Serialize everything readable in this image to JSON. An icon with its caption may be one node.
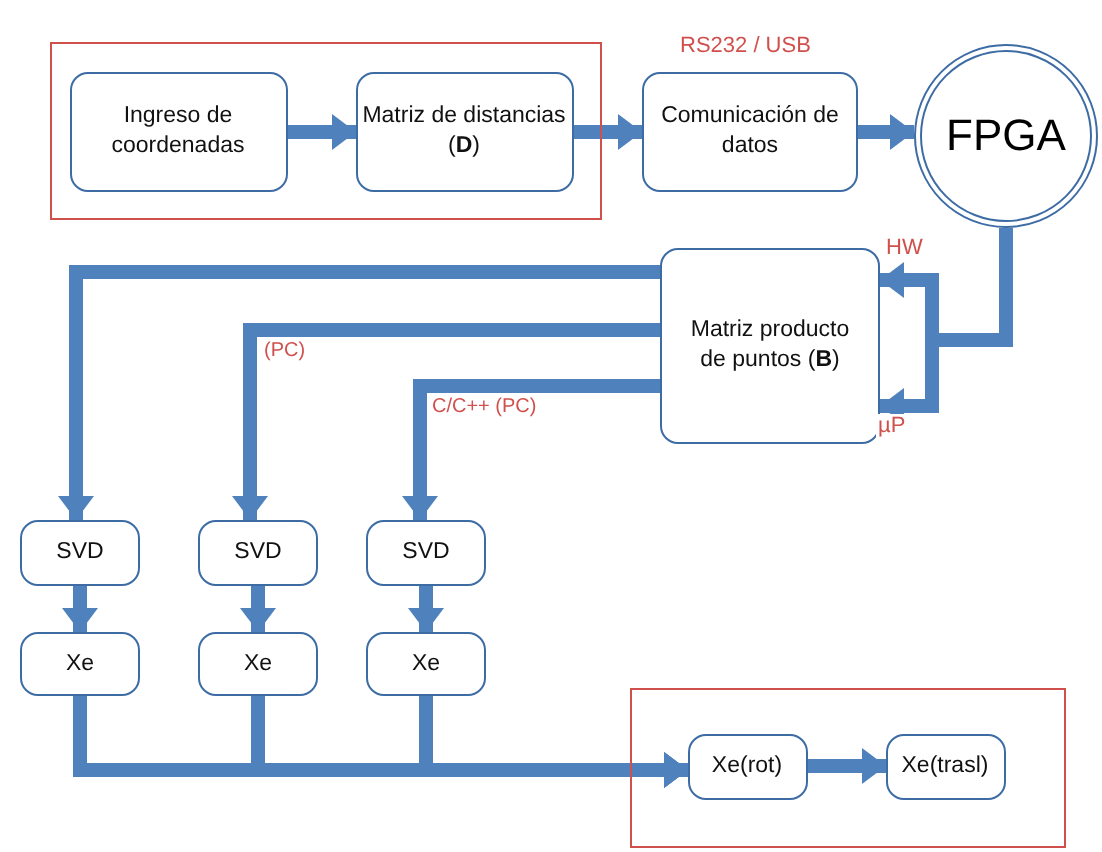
{
  "diagram": {
    "nodes": [
      {
        "text": [],
        "shape": "box"
      },
      {
        "text": [
          "Ingreso de coordenadas"
        ],
        "in": 0
      },
      {
        "text": [
          "Matriz de distancias (**D**)"
        ],
        "in": 0
      },
      {
        "text": [
          "Comunicación de datos"
        ],
        "beside": [
          "RS232 / USB"
        ]
      },
      {
        "text": [
          "FPGA"
        ]
      },
      {
        "text": [
          "Matriz producto de puntos (**B**)"
        ]
      },
      {
        "text": [
          "SVD"
        ]
      },
      {
        "text": [
          "SVD"
        ]
      },
      {
        "text": [
          "SVD"
        ]
      },
      {
        "text": [
          "Xe"
        ]
      },
      {
        "text": [
          "Xe"
        ]
      },
      {
        "text": [
          "Xe"
        ]
      },
      {
        "text": [],
        "shape": "box"
      },
      {
        "text": [
          "Xe(rot)"
        ],
        "in": 12
      },
      {
        "text": [
          "Xe(trasl)"
        ],
        "in": 12
      }
    ],
    "edges": [
      {
        "from": 1,
        "to": 2,
        "arrow": "to"
      },
      {
        "from": 2,
        "to": 3,
        "arrow": "to"
      },
      {
        "from": 3,
        "to": 4,
        "arrow": "to"
      },
      {
        "from": 4,
        "to": 5,
        "arrow": "to",
        "label": "HW"
      },
      {
        "from": 4,
        "to": 5,
        "arrow": "to",
        "label": "µP"
      },
      {
        "from": 5,
        "to": 6,
        "arrow": "to"
      },
      {
        "from": 5,
        "to": 7,
        "arrow": "to",
        "label": "(PC)"
      },
      {
        "from": 5,
        "to": 8,
        "arrow": "to",
        "label": "C/C++ (PC)"
      },
      {
        "from": 6,
        "to": 9,
        "arrow": "to"
      },
      {
        "from": 7,
        "to": 10,
        "arrow": "to"
      },
      {
        "from": 8,
        "to": 11,
        "arrow": "to"
      },
      {
        "from": 9,
        "to": 13,
        "arrow": "to"
      },
      {
        "from": 10,
        "to": 13,
        "arrow": "to"
      },
      {
        "from": 11,
        "to": 13,
        "arrow": "to"
      },
      {
        "from": 13,
        "to": 14,
        "arrow": "to"
      }
    ]
  }
}
